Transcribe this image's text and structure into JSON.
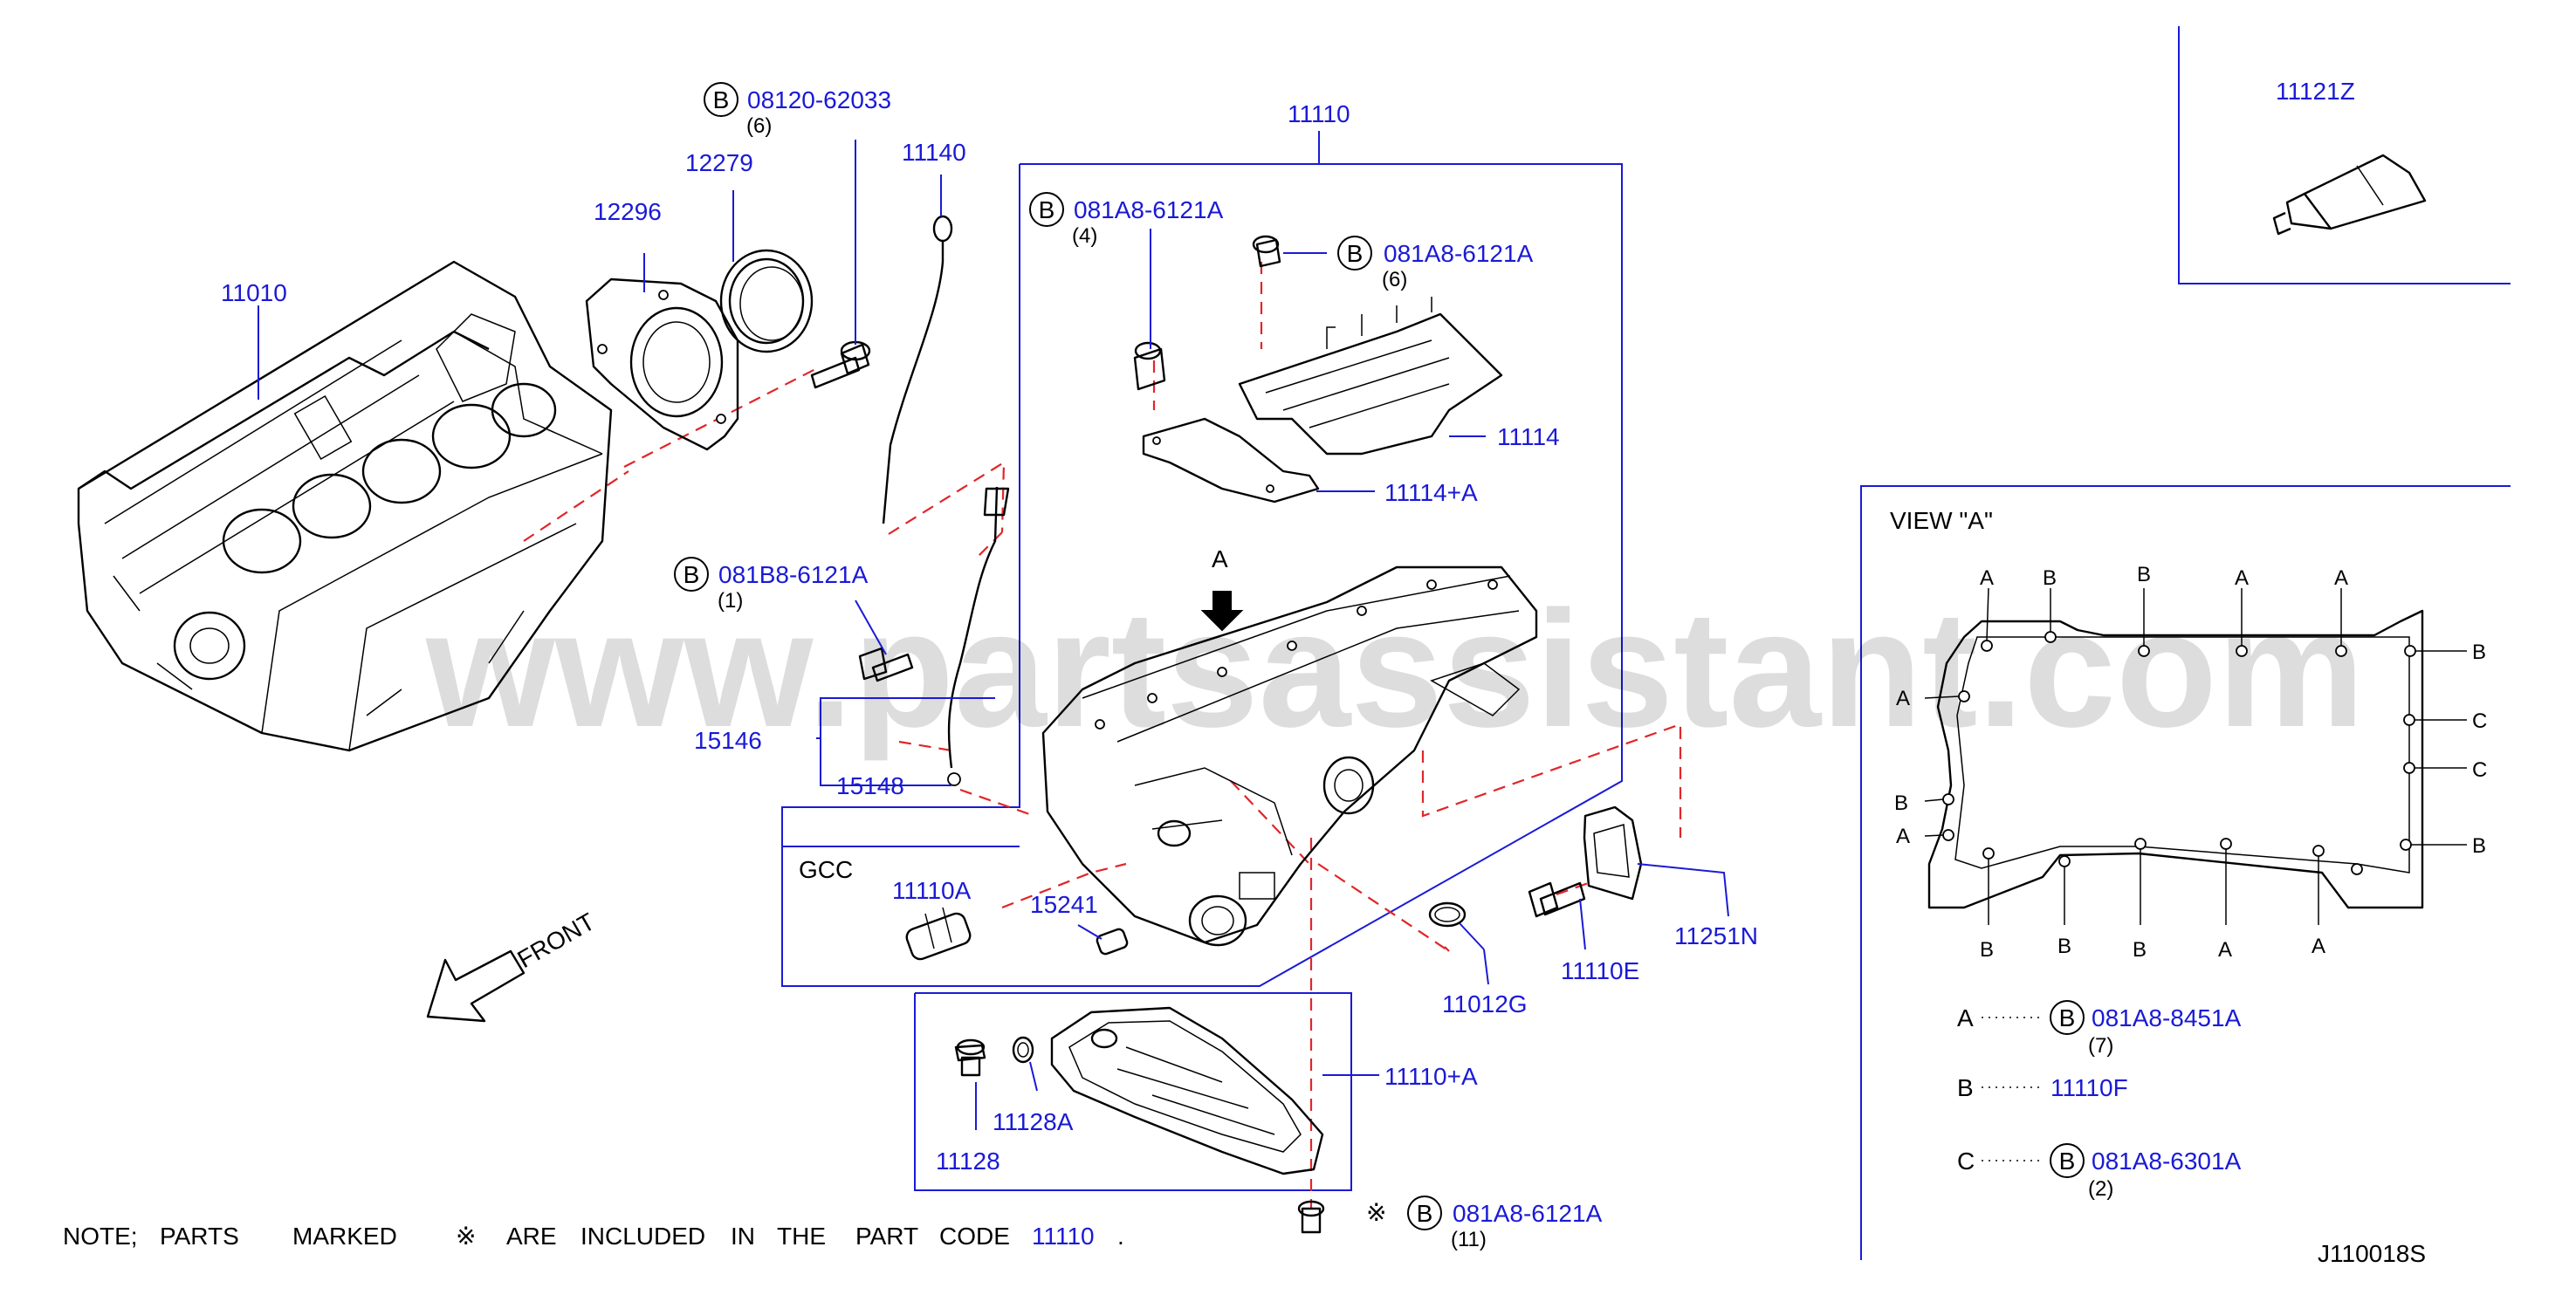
{
  "watermark": "www.partsassistant.com",
  "diagram_code": "J110018S",
  "callouts": {
    "block": "11010",
    "oil_seal_retainer": "12296",
    "rear_oil_seal": "12279",
    "dipstick": "11140",
    "bolt_top": {
      "mark": "B",
      "code": "08120-62033",
      "qty": "(6)"
    },
    "oil_pan_upper": "11110",
    "bolt_baffle_left": {
      "mark": "B",
      "code": "081A8-6121A",
      "qty": "(4)"
    },
    "bolt_baffle_right": {
      "mark": "B",
      "code": "081A8-6121A",
      "qty": "(6)"
    },
    "baffle": "11114",
    "baffle_plus": "11114+A",
    "bolt_guide": {
      "mark": "B",
      "code": "081B8-6121A",
      "qty": "(1)"
    },
    "guide_group": "15146",
    "guide_tube": "15148",
    "gcc_label": "GCC",
    "gcc_part": "11110A",
    "plug": "15241",
    "oring": "11012G",
    "bolt_cover": "11110E",
    "cover": "11251N",
    "lower_pan": "11110+A",
    "drain_plug": "11128",
    "drain_washer": "11128A",
    "bolt_bottom": {
      "mark": "B",
      "code": "081A8-6121A",
      "qty": "(11)"
    },
    "front": "FRONT",
    "arrow_label": "A",
    "sealant": "11121Z"
  },
  "note": {
    "prefix": "NOTE;",
    "w1": "PARTS",
    "w2": "MARKED",
    "symbol": "※",
    "w3": "ARE",
    "w4": "INCLUDED",
    "w5": "IN",
    "w6": "THE",
    "w7": "PART",
    "w8": "CODE",
    "code": "11110",
    "end": "."
  },
  "view_a": {
    "title": "VIEW  \"A\"",
    "top_labels": [
      "A",
      "B",
      "B",
      "A",
      "A"
    ],
    "right_labels": [
      "B",
      "C",
      "C",
      "B"
    ],
    "left_labels": [
      "A",
      "B",
      "A"
    ],
    "bottom_labels": [
      "B",
      "B",
      "B",
      "A",
      "A"
    ],
    "legend": [
      {
        "key": "A",
        "mark": "B",
        "code": "081A8-8451A",
        "qty": "(7)"
      },
      {
        "key": "B",
        "mark": "",
        "code": "11110F",
        "qty": ""
      },
      {
        "key": "C",
        "mark": "B",
        "code": "081A8-6301A",
        "qty": "(2)"
      }
    ]
  }
}
